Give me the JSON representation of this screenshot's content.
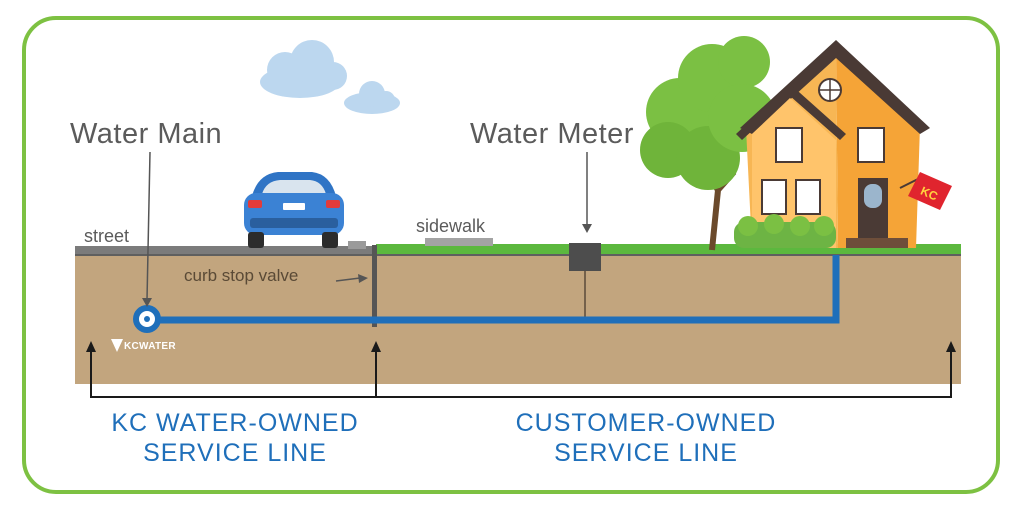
{
  "labels": {
    "water_main": "Water Main",
    "water_meter": "Water Meter",
    "street": "street",
    "sidewalk": "sidewalk",
    "curb_stop_valve": "curb stop valve",
    "brand": "KCWATER",
    "flag": "KC"
  },
  "ownership": {
    "kc_line1": "KC WATER-OWNED",
    "kc_line2": "SERVICE LINE",
    "customer_line1": "CUSTOMER-OWNED",
    "customer_line2": "SERVICE LINE"
  },
  "colors": {
    "frame": "#7dc142",
    "pipe": "#1f6fba",
    "soil": "#c2a57e",
    "grass": "#5cb83e",
    "road": "#7b7b7b",
    "label_text": "#5b5b5b",
    "owner_text": "#1f6fba"
  }
}
